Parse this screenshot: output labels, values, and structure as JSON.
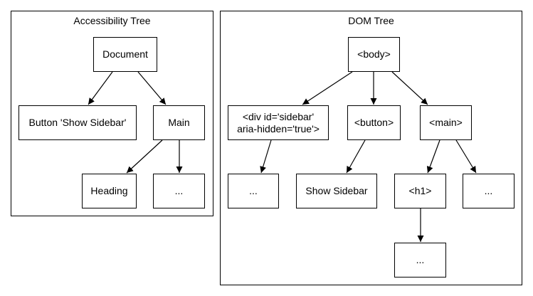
{
  "accessibility_tree": {
    "title": "Accessibility Tree",
    "nodes": {
      "document": "Document",
      "button": "Button 'Show Sidebar'",
      "main": "Main",
      "heading": "Heading",
      "ellipsis": "..."
    }
  },
  "dom_tree": {
    "title": "DOM Tree",
    "nodes": {
      "body": "<body>",
      "div": "<div id='sidebar'\naria-hidden='true'>",
      "button": "<button>",
      "main": "<main>",
      "div_child": "...",
      "button_text": "Show Sidebar",
      "h1": "<h1>",
      "main_child": "...",
      "h1_child": "..."
    }
  }
}
